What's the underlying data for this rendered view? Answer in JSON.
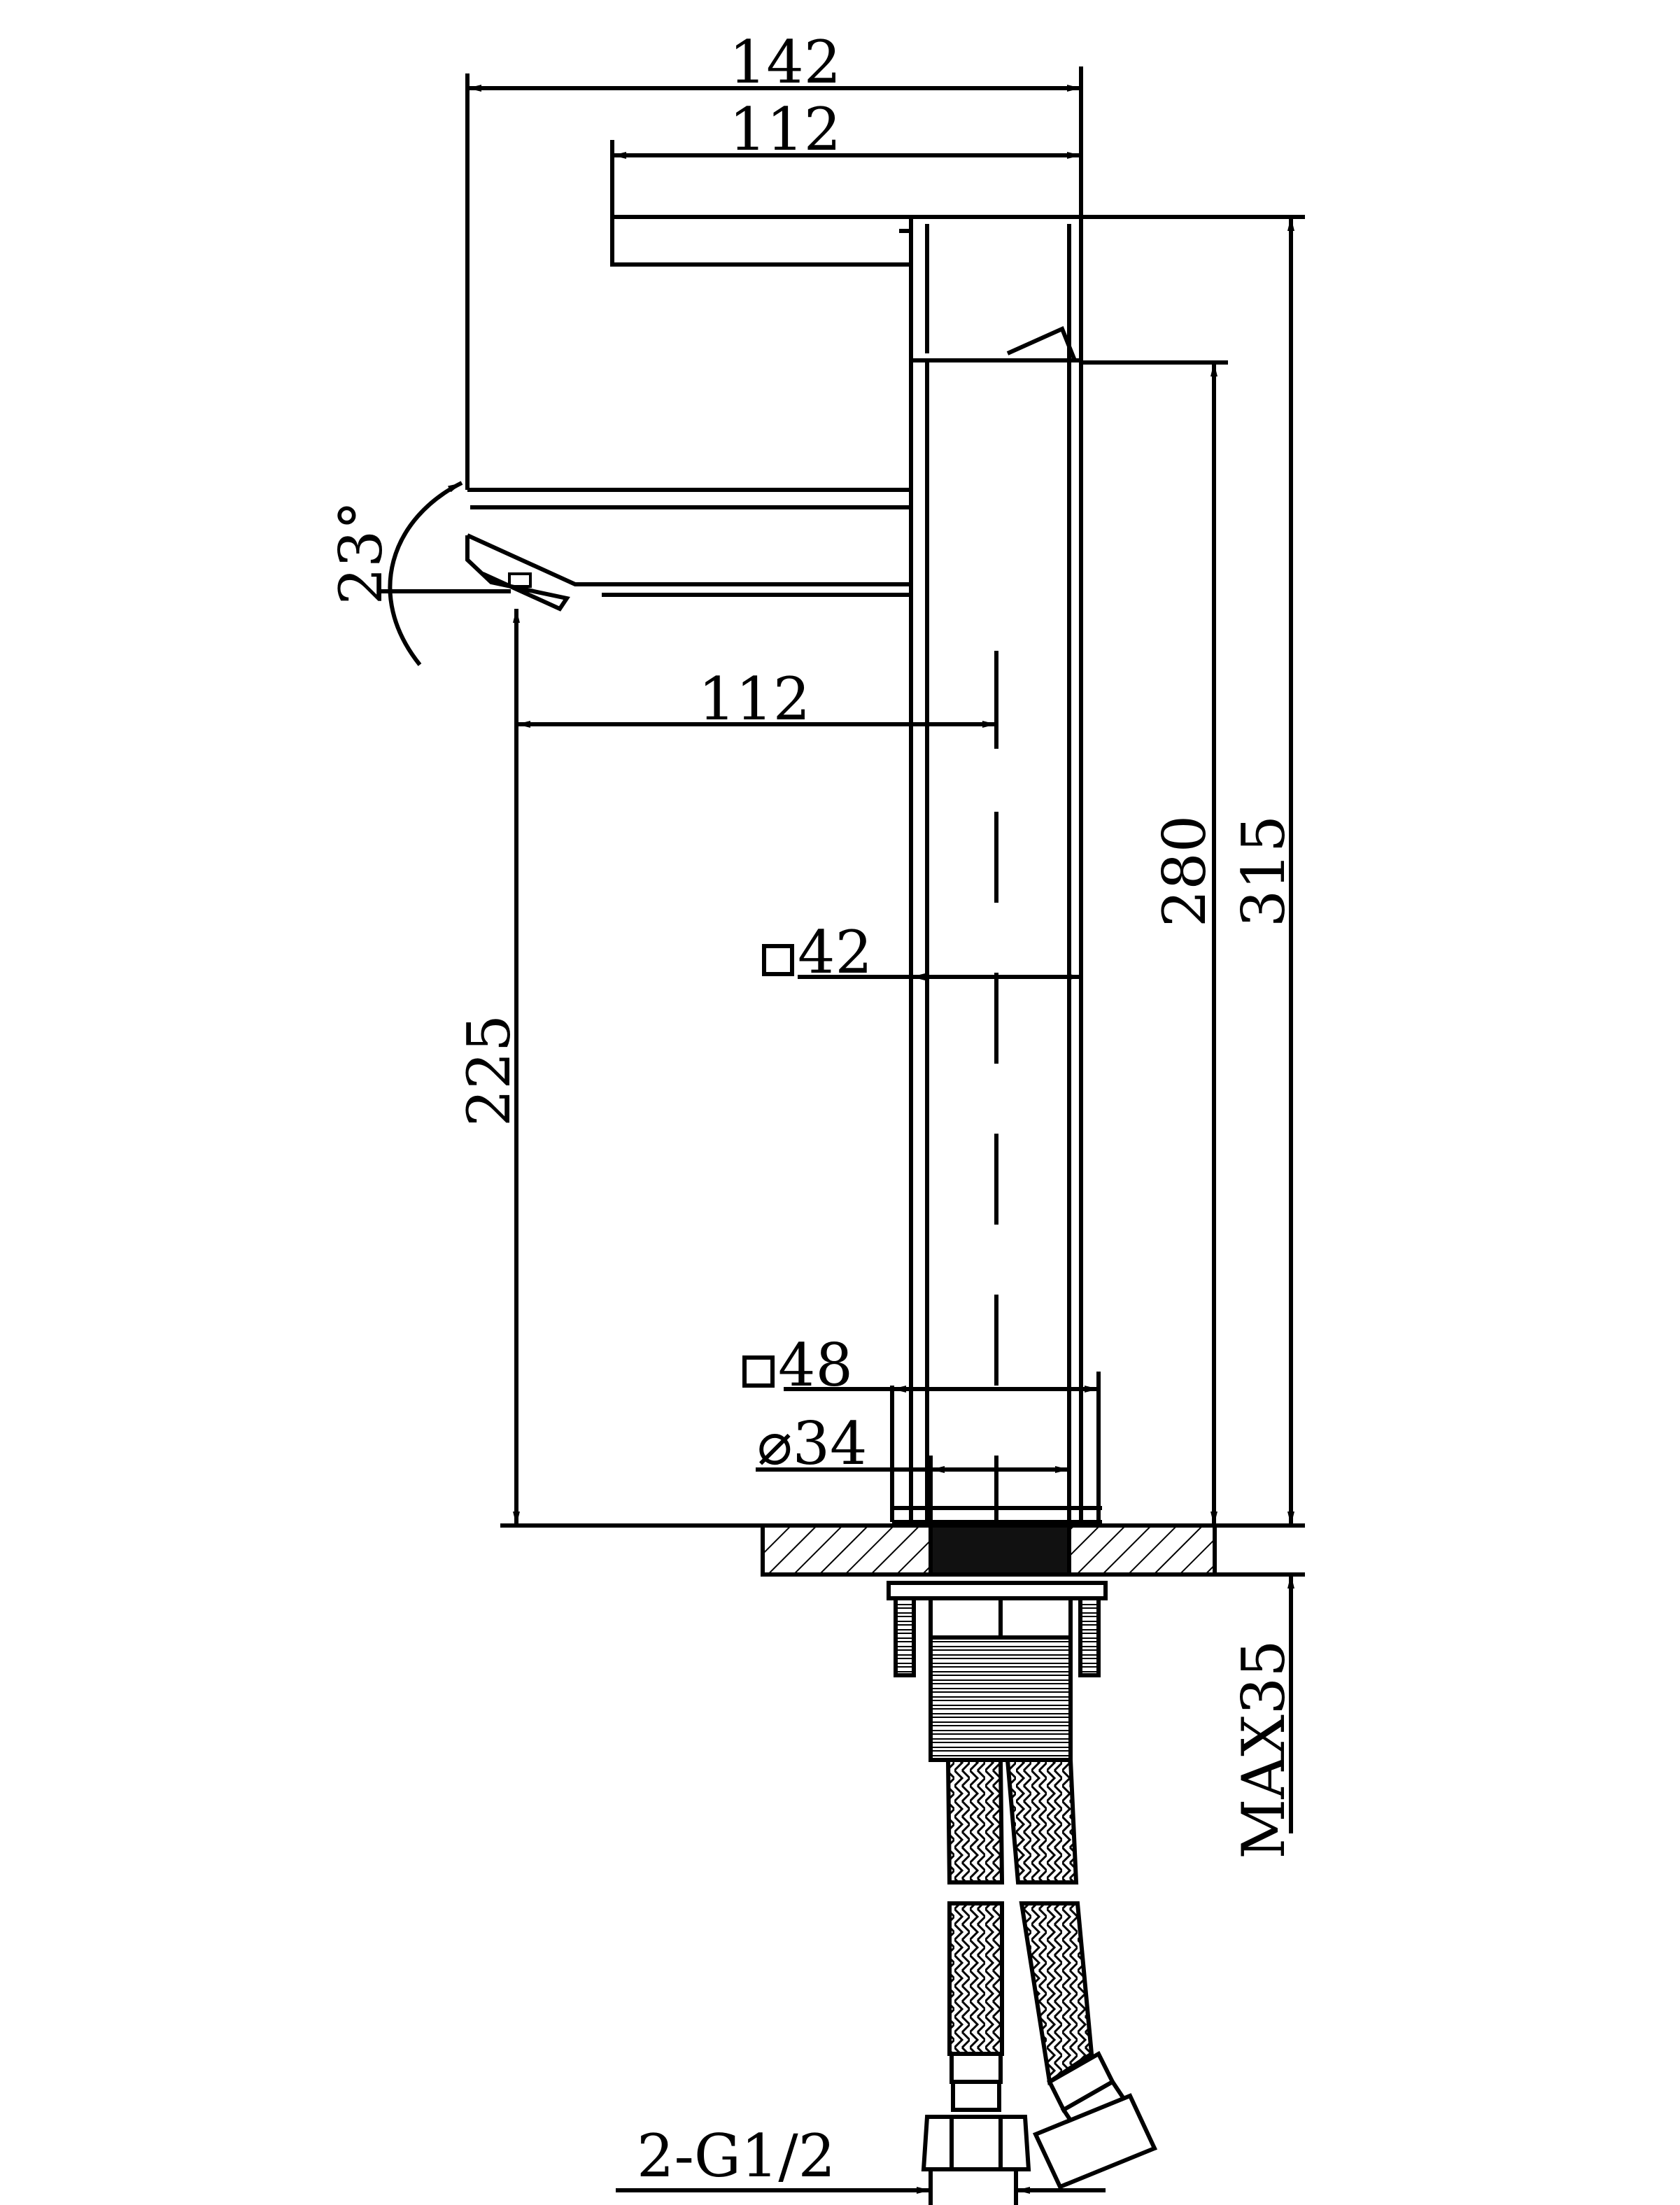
{
  "drawing": {
    "ink_color": "#000000",
    "background_color": "#ffffff",
    "dimensions": {
      "overall_width": "142",
      "lever_length": "112",
      "spout_reach": "112",
      "spout_height": "225",
      "body_height": "280",
      "overall_height": "315",
      "body_square": "42",
      "base_square": "48",
      "shank_diameter": "34",
      "max_deck_thickness": "MAX35",
      "hose_connections": "2-G1/2",
      "spout_tilt_angle": "23°"
    }
  }
}
